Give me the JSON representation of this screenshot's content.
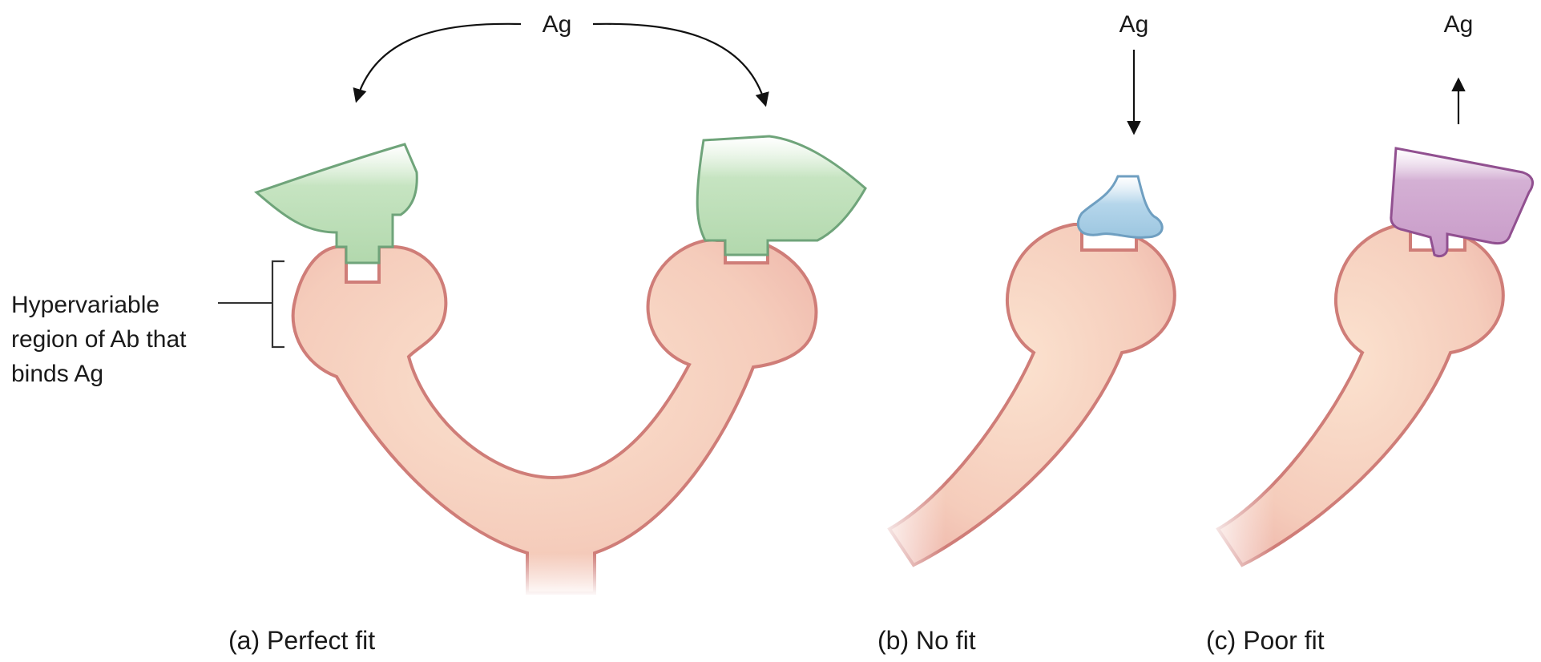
{
  "labels": {
    "ag_top": "Ag",
    "ag_b": "Ag",
    "ag_c": "Ag",
    "hypervariable_line1": "Hypervariable",
    "hypervariable_line2": "region of Ab that",
    "hypervariable_line3": "binds Ag"
  },
  "captions": {
    "a": "(a) Perfect fit",
    "b": "(b) No fit",
    "c": "(c) Poor fit"
  },
  "colors": {
    "antibody_fill": "#f2c4b4",
    "antibody_edge": "#cf7d78",
    "antigen_perfect": "#b9dbb3",
    "antigen_perfect_edge": "#6fa47a",
    "antigen_nofit": "#a7cde4",
    "antigen_nofit_edge": "#6f9fc1",
    "antigen_poorfit": "#cfa8cf",
    "antigen_poorfit_edge": "#915090"
  }
}
